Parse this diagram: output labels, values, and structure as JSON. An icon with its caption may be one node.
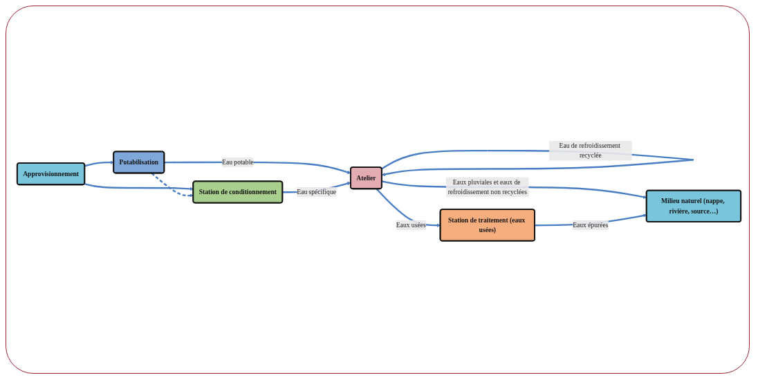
{
  "diagram": {
    "nodes": [
      {
        "text": [
          "Potabilisation"
        ]
      },
      {
        "text": [
          "Approvisionnement"
        ]
      },
      {
        "text": [
          "Milieu naturel (nappe, rivière, source…)"
        ]
      },
      {
        "text": [
          "Atelier"
        ]
      },
      {
        "text": [
          "Station de conditionnement"
        ]
      },
      {
        "text": [
          "Station de traitement (eaux usées)"
        ]
      }
    ],
    "edges": [
      {
        "from": 1,
        "to": 0,
        "arrow": "to"
      },
      {
        "from": 1,
        "to": 4,
        "arrow": "to"
      },
      {
        "from": 0,
        "to": 4,
        "arrow": "to",
        "style": "dashed"
      },
      {
        "from": 0,
        "to": 3,
        "arrow": "to",
        "label": "Eau potable"
      },
      {
        "from": 4,
        "to": 3,
        "arrow": "to",
        "label": "Eau spécifique"
      },
      {
        "from": 3,
        "to": 3,
        "arrow": "to",
        "label": "Eau de refroidissement recyclée"
      },
      {
        "from": 3,
        "to": 5,
        "arrow": "to",
        "label": "Eaux usées"
      },
      {
        "from": 3,
        "to": 2,
        "arrow": "to",
        "label": "Eaux pluviales et eaux de refroidissement non recyclées"
      },
      {
        "from": 5,
        "to": 2,
        "arrow": "to",
        "label": "Eaux épurées"
      }
    ]
  }
}
